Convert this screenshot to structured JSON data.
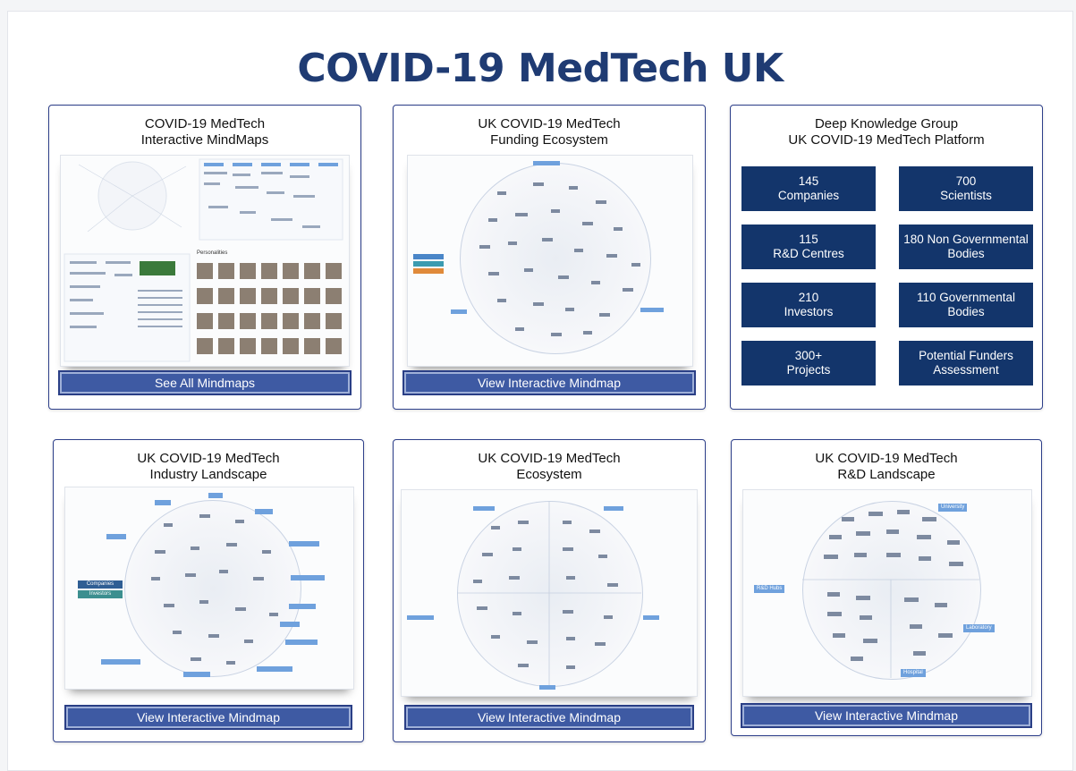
{
  "header": {
    "title": "COVID-19 MedTech UK"
  },
  "cards": [
    {
      "title_lines": [
        "COVID-19 MedTech",
        "Interactive MindMaps"
      ],
      "button": "See All Mindmaps"
    },
    {
      "title_lines": [
        "UK COVID-19 MedTech",
        "Funding Ecosystem"
      ],
      "button": "View Interactive Mindmap"
    },
    {
      "title_lines": [
        "Deep Knowledge Group",
        "UK COVID-19 MedTech Platform"
      ]
    },
    {
      "title_lines": [
        "UK COVID-19 MedTech",
        "Industry Landscape"
      ],
      "button": "View Interactive Mindmap"
    },
    {
      "title_lines": [
        "UK COVID-19 MedTech",
        "Ecosystem"
      ],
      "button": "View Interactive Mindmap"
    },
    {
      "title_lines": [
        "UK COVID-19 MedTech",
        "R&D Landscape"
      ],
      "button": "View Interactive Mindmap"
    }
  ],
  "stats": [
    {
      "line1": "145",
      "line2": "Companies"
    },
    {
      "line1": "700",
      "line2": "Scientists"
    },
    {
      "line1": "115",
      "line2": "R&D Centres"
    },
    {
      "line1": "180 Non Governmental",
      "line2": "Bodies"
    },
    {
      "line1": "210",
      "line2": "Investors"
    },
    {
      "line1": "110 Governmental",
      "line2": "Bodies"
    },
    {
      "line1": "300+",
      "line2": "Projects"
    },
    {
      "line1": "Potential Funders",
      "line2": "Assessment"
    }
  ],
  "thumb_labels": {
    "personalities": "Personalities",
    "industry": [
      "Companies",
      "Investors"
    ],
    "rnd": [
      "University",
      "R&D Hubs",
      "Laboratory",
      "Hospital"
    ]
  },
  "colors": {
    "title": "#1f3b73",
    "stat_bg": "#13356b",
    "button_bg": "#3e5aa3",
    "card_border": "#2d3f8a"
  }
}
